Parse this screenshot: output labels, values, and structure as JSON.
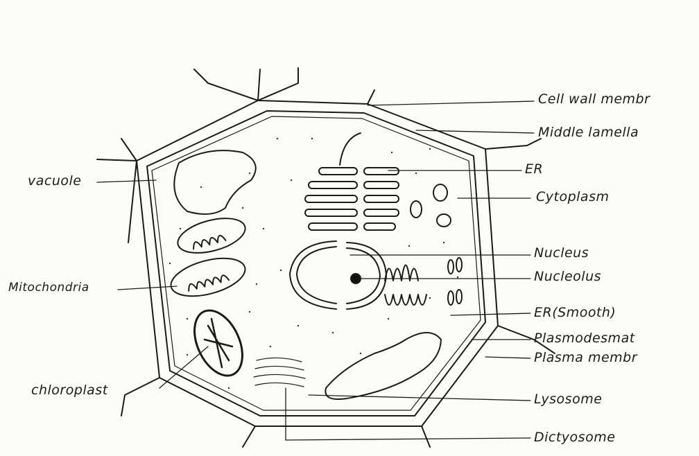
{
  "labels": {
    "cell_wall": "Cell wall membr",
    "middle_lamella": "Middle lamella",
    "er": "ER",
    "cytoplasm": "Cytoplasm",
    "nucleus": "Nucleus",
    "nucleolus": "Nucleolus",
    "er_smooth": "ER(Smooth)",
    "plasmodesmata": "Plasmodesmat",
    "plasma_membrane": "Plasma membr",
    "lysosome": "Lysosome",
    "dictyosome": "Dictyosome",
    "vacuole": "vacuole",
    "mitochondria": "Mitochondria",
    "chloroplast": "chloroplast"
  }
}
